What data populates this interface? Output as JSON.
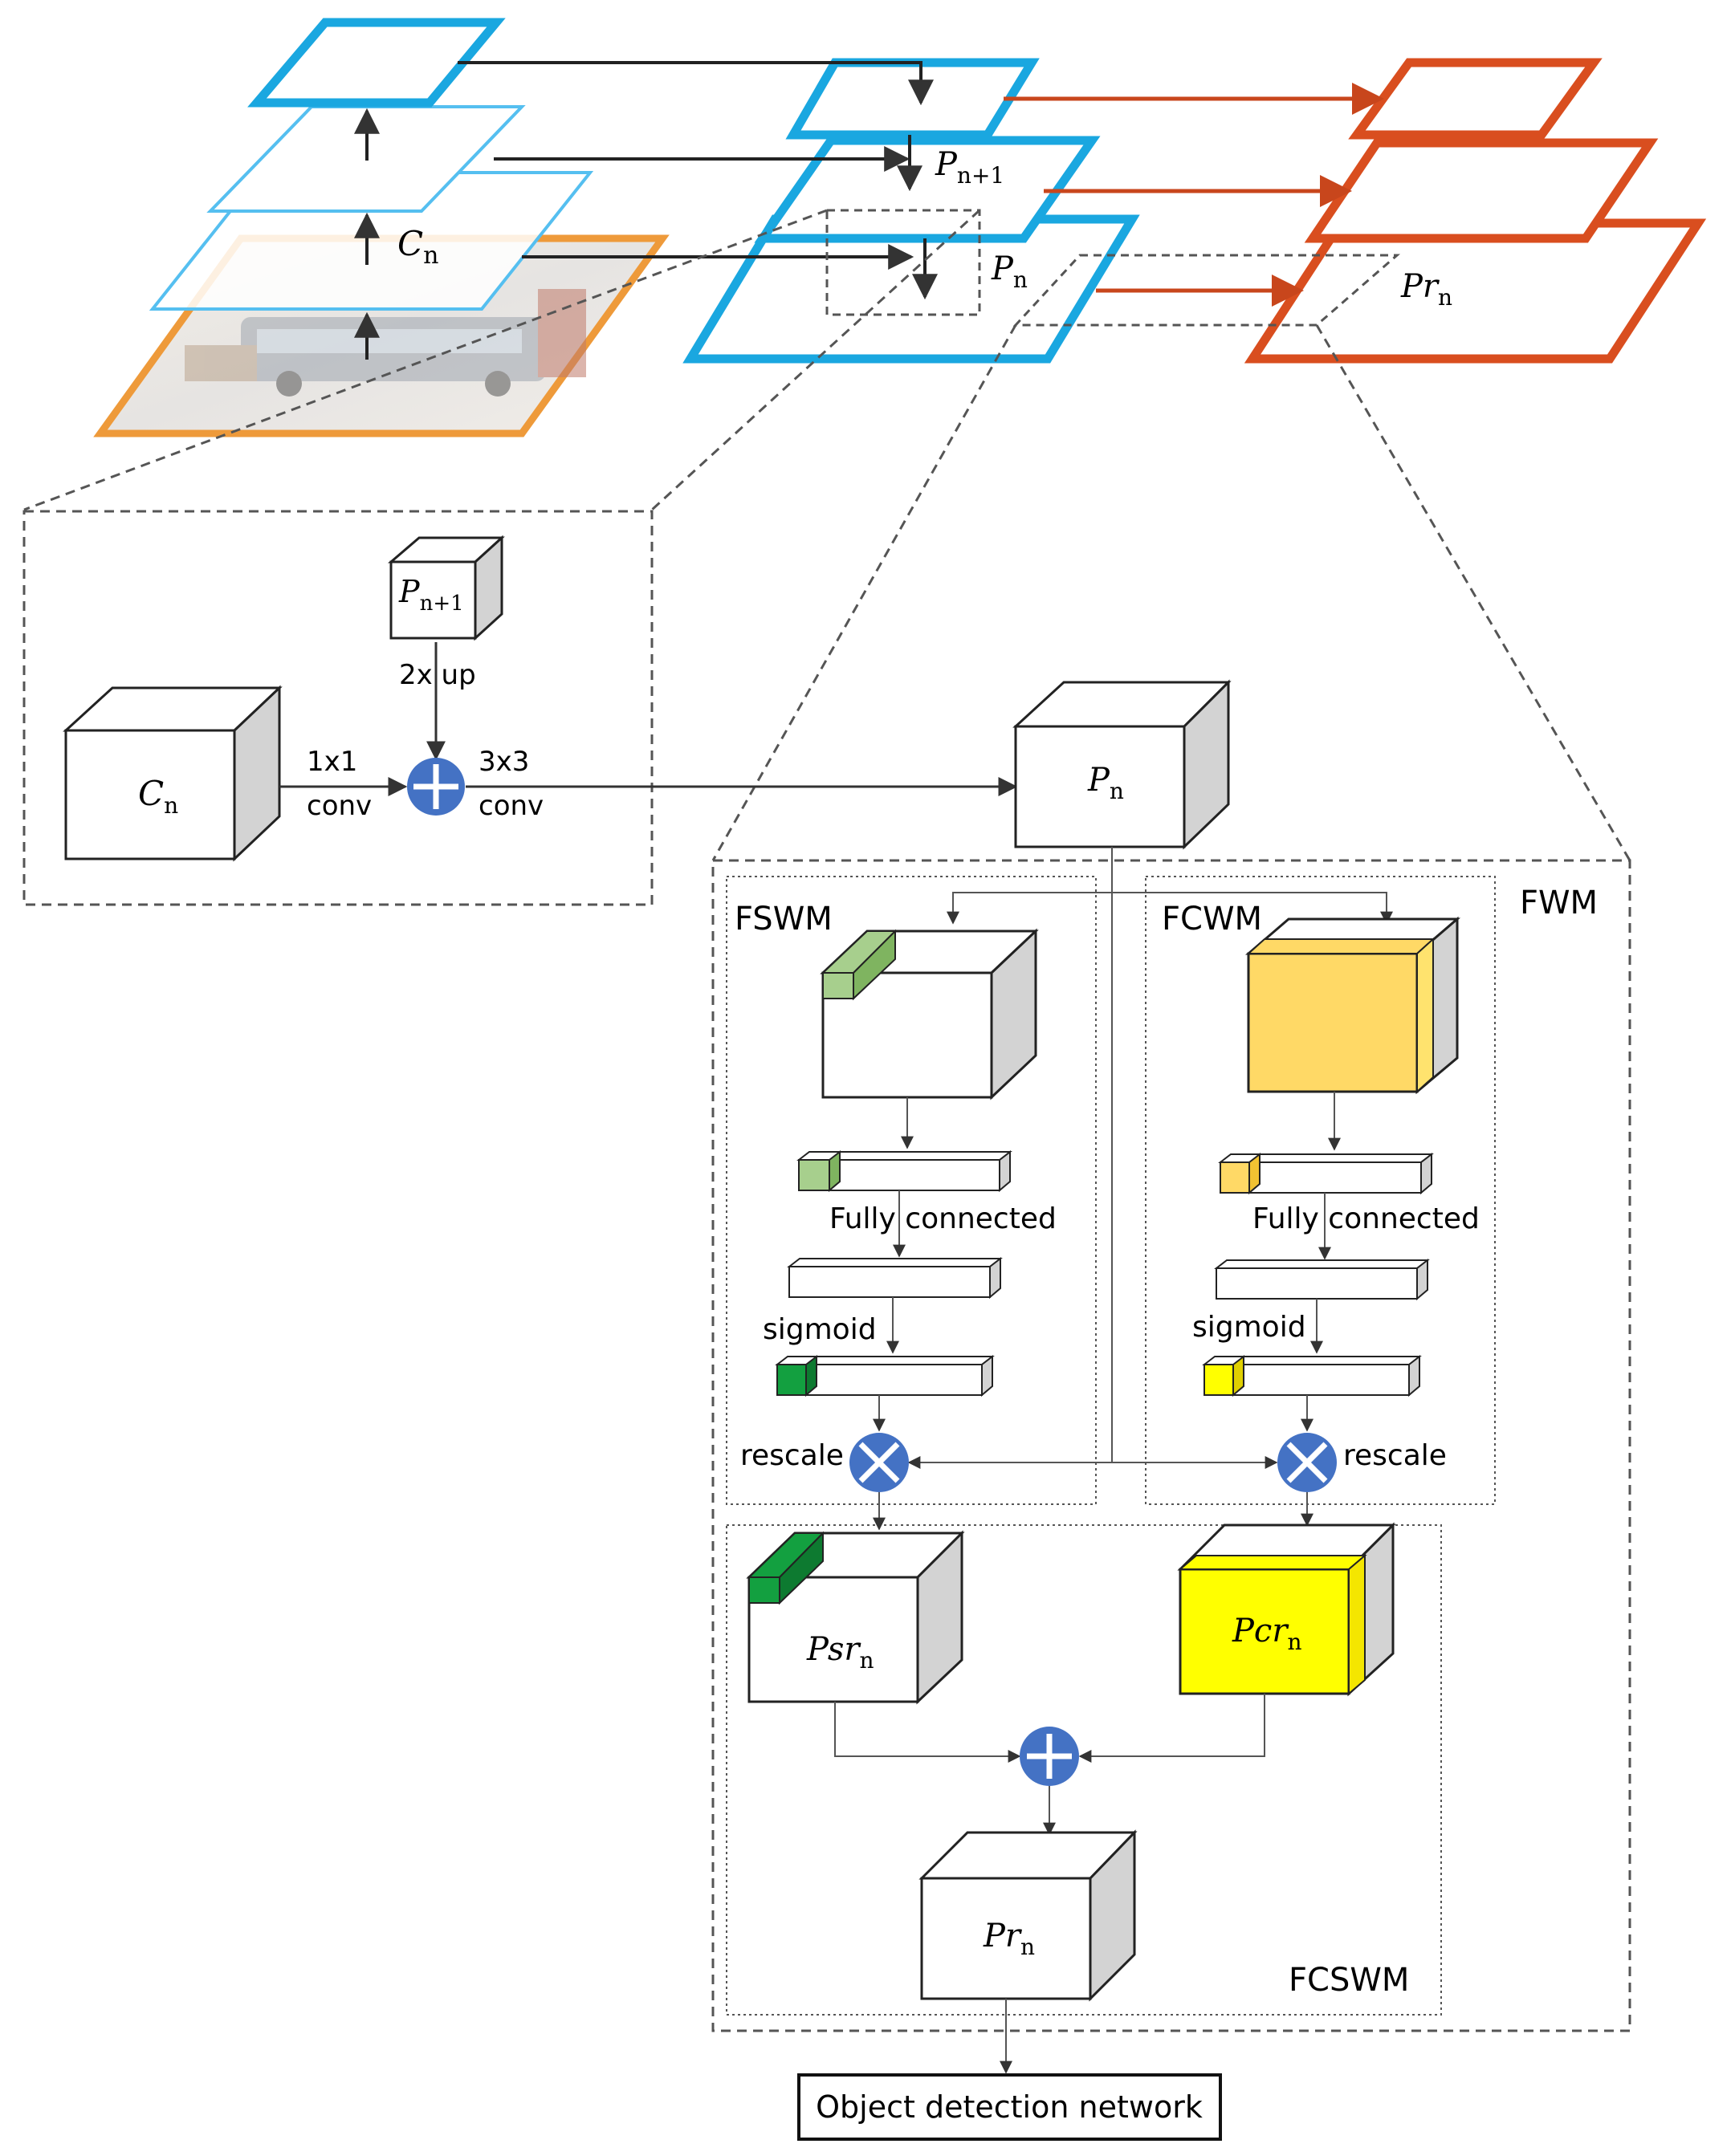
{
  "colors": {
    "c_layer": "#55bff0",
    "p_layer": "#1aa7e0",
    "pr_layer": "#d94e1f",
    "image_frame": "#ee9a3a",
    "plus_circle": "#4472c4",
    "cube_side": "#d3d3d3",
    "green_light": "#a7cf8d",
    "green_dark": "#13a040",
    "orange_fill": "#ffd966",
    "yellow_fill": "#ffff00",
    "arrow_red": "#c8461c"
  },
  "pyramid": {
    "c_label": "C",
    "c_sub": "n",
    "p_top_label": "P",
    "p_top_sub": "n+1",
    "p_label": "P",
    "p_sub": "n",
    "pr_label": "Pr",
    "pr_sub": "n"
  },
  "lateral": {
    "cn_label": "C",
    "cn_sub": "n",
    "pn1_label": "P",
    "pn1_sub": "n+1",
    "up_label": "2x up",
    "conv1_top": "1x1",
    "conv1_bottom": "conv",
    "conv3_top": "3x3",
    "conv3_bottom": "conv",
    "pn_label": "P",
    "pn_sub": "n"
  },
  "fwm": {
    "title": "FWM",
    "fswm": {
      "title": "FSWM",
      "fc_label": "Fully connected",
      "sigmoid_label": "sigmoid",
      "rescale_label": "rescale"
    },
    "fcwm": {
      "title": "FCWM",
      "fc_label": "Fully connected",
      "sigmoid_label": "sigmoid",
      "rescale_label": "rescale"
    },
    "fcswm": {
      "title": "FCSWM",
      "psr_label": "Psr",
      "psr_sub": "n",
      "pcr_label": "Pcr",
      "pcr_sub": "n",
      "prn_label": "Pr",
      "prn_sub": "n"
    }
  },
  "output": {
    "label": "Object detection network"
  }
}
